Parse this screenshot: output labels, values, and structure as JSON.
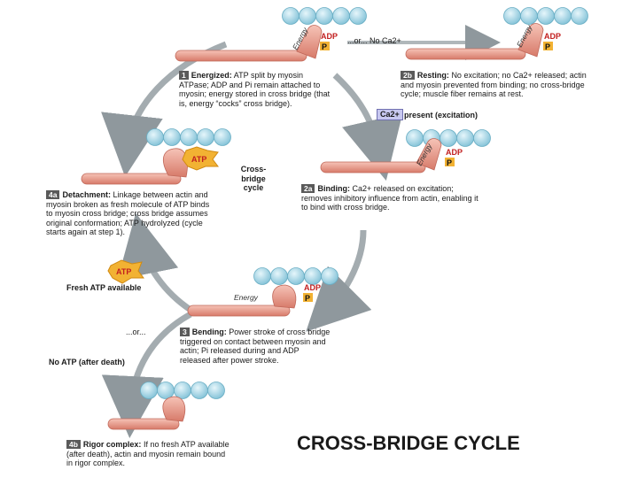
{
  "steps": {
    "s1": {
      "tag": "1",
      "title": "Energized:",
      "body": "ATP split by myosin ATPase; ADP and Pi remain attached to myosin; energy stored in cross bridge (that is, energy “cocks” cross bridge)."
    },
    "s2a": {
      "tag": "2a",
      "title": "Binding:",
      "body": "Ca2+ released on excitation; removes inhibitory influence from actin, enabling it to bind with cross bridge."
    },
    "s2b": {
      "tag": "2b",
      "title": "Resting:",
      "body": "No excitation; no Ca2+ released; actin and myosin prevented from binding; no cross-bridge cycle; muscle fiber remains at rest."
    },
    "s3": {
      "tag": "3",
      "title": "Bending:",
      "body": "Power stroke of cross bridge triggered on contact between myosin and actin; Pi released during and ADP released after power stroke."
    },
    "s4a": {
      "tag": "4a",
      "title": "Detachment:",
      "body": "Linkage between actin and myosin broken as fresh molecule of ATP binds to myosin cross bridge; cross bridge assumes original conformation; ATP hydrolyzed (cycle starts again at step 1)."
    },
    "s4b": {
      "tag": "4b",
      "title": "Rigor complex:",
      "body": "If no fresh ATP available (after death), actin and myosin remain bound in rigor complex."
    }
  },
  "labels": {
    "or_no_ca": "...or... No Ca2+",
    "ca_present_box": "Ca2+",
    "ca_present_text": "present (excitation)",
    "cycle_label": "Cross-bridge cycle",
    "fresh_atp": "Fresh ATP available",
    "or": "...or...",
    "no_atp": "No ATP (after death)",
    "energy": "Energy",
    "adp": "ADP",
    "p": "P",
    "atp": "ATP"
  },
  "caption": "CROSS-BRIDGE CYCLE",
  "colors": {
    "actin": "#a9d8e6",
    "myosin": "#e8998a",
    "atp_badge": "#f2b233",
    "arrow": "#9aa3a8"
  }
}
